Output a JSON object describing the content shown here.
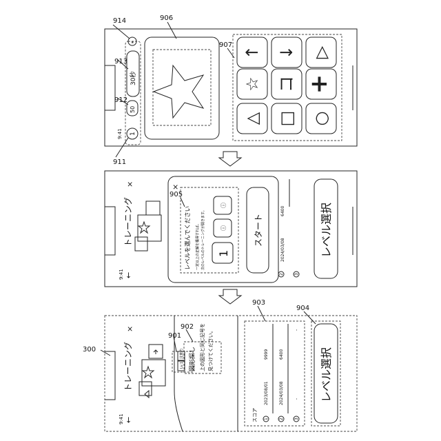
{
  "reference_labels": {
    "device": "300",
    "card_title_box": "901",
    "card_text_box": "902",
    "score_box": "903",
    "level_button_box": "904",
    "level_dialog": "905",
    "target_figure": "906",
    "answer_grid": "907",
    "status_level": "911",
    "status_count": "912",
    "status_timer": "913",
    "status_pause": "914"
  },
  "screen1": {
    "status_time": "9:41",
    "back": "←",
    "title": "トレーニング",
    "close": "×",
    "tag_level": "Lv.1",
    "tag_type": "注意力",
    "card_title": "図形探し",
    "card_desc_1": "上の図形と同じ記号を",
    "card_desc_2": "見つけてください。",
    "score_heading": "スコア",
    "scores": [
      {
        "rank": "1",
        "date": "2023/08/01",
        "score": "9999"
      },
      {
        "rank": "2",
        "date": "2024/03/08",
        "score": "6400"
      },
      {
        "rank": "3",
        "date": "-",
        "score": "-"
      }
    ],
    "level_button": "レベル選択"
  },
  "screen2": {
    "status_time": "9:41",
    "back": "←",
    "title": "トレーニング",
    "close": "×",
    "dialog_close": "×",
    "dialog_title": "レベルを選んでください",
    "dialog_note_1": "一定以上の正解を獲得すれば、",
    "dialog_note_2": "次のレベルのトレーニングが開きます。",
    "levels": [
      "1",
      "ⓘ",
      "ⓘ"
    ],
    "start_button": "スタート",
    "rank_2_date": "2024/03/08",
    "rank_2_score": "6400",
    "rank_2": "2",
    "rank_3": "3",
    "level_button": "レベル選択"
  },
  "screen3": {
    "status_time": "9:41",
    "level": "1",
    "count": "50",
    "timer": "30秒",
    "pause": "⏸",
    "answers": [
      "△",
      "☆",
      "↑",
      "□",
      "コ",
      "↓",
      "○",
      "+",
      "▷"
    ]
  }
}
